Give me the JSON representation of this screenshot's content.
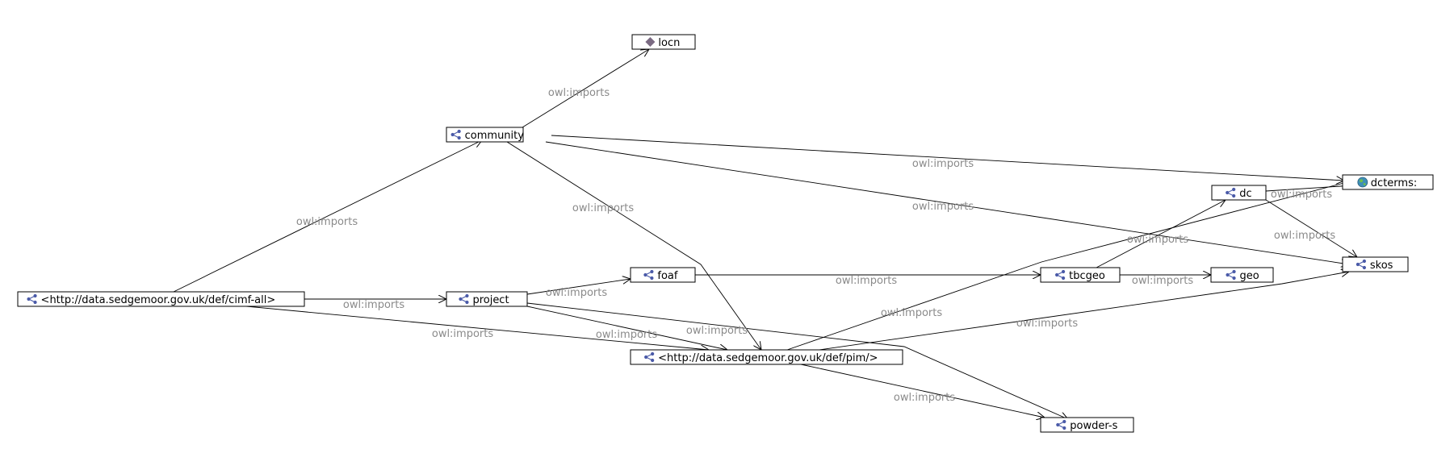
{
  "diagram": {
    "nodes": [
      {
        "id": "locn",
        "label": "locn",
        "icon": "diamond-icon"
      },
      {
        "id": "community",
        "label": "community",
        "icon": "ontology-icon"
      },
      {
        "id": "dcterms",
        "label": "dcterms:",
        "icon": "globe-icon"
      },
      {
        "id": "dc",
        "label": "dc",
        "icon": "ontology-icon"
      },
      {
        "id": "skos",
        "label": "skos",
        "icon": "ontology-icon"
      },
      {
        "id": "foaf",
        "label": "foaf",
        "icon": "ontology-icon"
      },
      {
        "id": "tbcgeo",
        "label": "tbcgeo",
        "icon": "ontology-icon"
      },
      {
        "id": "geo",
        "label": "geo",
        "icon": "ontology-icon"
      },
      {
        "id": "cimf_all",
        "label": "<http://data.sedgemoor.gov.uk/def/cimf-all>",
        "icon": "ontology-icon"
      },
      {
        "id": "project",
        "label": "project",
        "icon": "ontology-icon"
      },
      {
        "id": "pim",
        "label": "<http://data.sedgemoor.gov.uk/def/pim/>",
        "icon": "ontology-icon"
      },
      {
        "id": "powder_s",
        "label": "powder-s",
        "icon": "ontology-icon"
      }
    ],
    "edges": [
      {
        "from": "community",
        "to": "locn",
        "label": "owl:imports"
      },
      {
        "from": "community",
        "to": "dcterms",
        "label": "owl:imports"
      },
      {
        "from": "community",
        "to": "skos",
        "label": "owl:imports"
      },
      {
        "from": "community",
        "to": "pim",
        "label": "owl:imports"
      },
      {
        "from": "cimf_all",
        "to": "community",
        "label": "owl:imports"
      },
      {
        "from": "cimf_all",
        "to": "project",
        "label": "owl:imports"
      },
      {
        "from": "cimf_all",
        "to": "pim",
        "label": "owl:imports"
      },
      {
        "from": "project",
        "to": "foaf",
        "label": "owl:imports"
      },
      {
        "from": "project",
        "to": "pim",
        "label": "owl:imports"
      },
      {
        "from": "project",
        "to": "powder_s",
        "label": "owl:imports"
      },
      {
        "from": "foaf",
        "to": "tbcgeo",
        "label": "owl:imports"
      },
      {
        "from": "tbcgeo",
        "to": "geo",
        "label": "owl:imports"
      },
      {
        "from": "tbcgeo",
        "to": "dc",
        "label": "owl:imports"
      },
      {
        "from": "dc",
        "to": "dcterms",
        "label": "owl:imports"
      },
      {
        "from": "dc",
        "to": "skos",
        "label": "owl:imports"
      },
      {
        "from": "pim",
        "to": "dcterms",
        "label": "owl:imports"
      },
      {
        "from": "pim",
        "to": "skos",
        "label": "owl:imports"
      },
      {
        "from": "pim",
        "to": "powder_s",
        "label": "owl:imports"
      }
    ]
  }
}
